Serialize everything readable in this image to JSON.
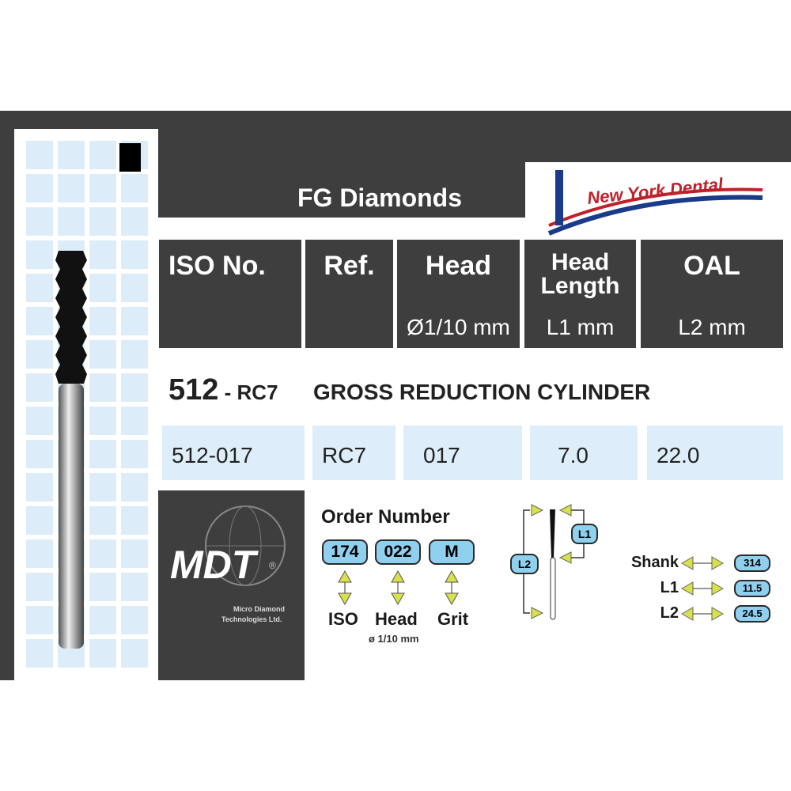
{
  "title": "FG Diamonds",
  "brand_logo": "New York Dental",
  "headers": [
    {
      "title": "ISO No.",
      "sub": ""
    },
    {
      "title": "Ref.",
      "sub": ""
    },
    {
      "title": "Head",
      "sub": "Ø1/10 mm"
    },
    {
      "title": "Head Length",
      "sub": "L1 mm"
    },
    {
      "title": "OAL",
      "sub": "L2 mm"
    }
  ],
  "product": {
    "iso": "512",
    "sep": " - ",
    "ref": "RC7",
    "name": "GROSS REDUCTION CYLINDER"
  },
  "values": [
    "512-017",
    "RC7",
    "017",
    "7.0",
    "22.0"
  ],
  "mdt": {
    "logo": "MDT",
    "reg": "®",
    "line1": "Micro Diamond",
    "line2": "Technologies Ltd."
  },
  "order": {
    "title": "Order Number",
    "codes": [
      "174",
      "022",
      "M"
    ],
    "labels": [
      "ISO",
      "Head",
      "Grit"
    ],
    "head_sub": "ø 1/10 mm"
  },
  "diagram": {
    "l1": "L1",
    "l2": "L2"
  },
  "specs": [
    {
      "label": "Shank",
      "value": "314"
    },
    {
      "label": "L1",
      "value": "11.5"
    },
    {
      "label": "L2",
      "value": "24.5"
    }
  ],
  "colors": {
    "dark": "#3e3e3e",
    "light_blue": "#ddeefa",
    "pill": "#8fd0ef",
    "arrow": "#d8e04a"
  }
}
